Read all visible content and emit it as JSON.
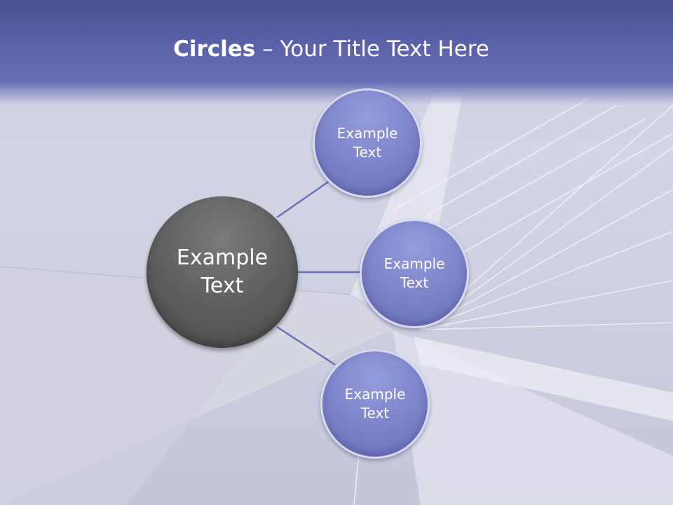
{
  "slide": {
    "title_bold": "Circles",
    "title_rest": " – Your Title Text Here"
  },
  "diagram": {
    "center": {
      "label": "Example Text"
    },
    "satellites": [
      {
        "label": "Example Text"
      },
      {
        "label": "Example Text"
      },
      {
        "label": "Example Text"
      }
    ]
  },
  "colors": {
    "title_band": "#5a60a8",
    "center_circle": "#5c5c5c",
    "satellite_circle": "#7b82c8",
    "connector": "#6a71b8"
  }
}
